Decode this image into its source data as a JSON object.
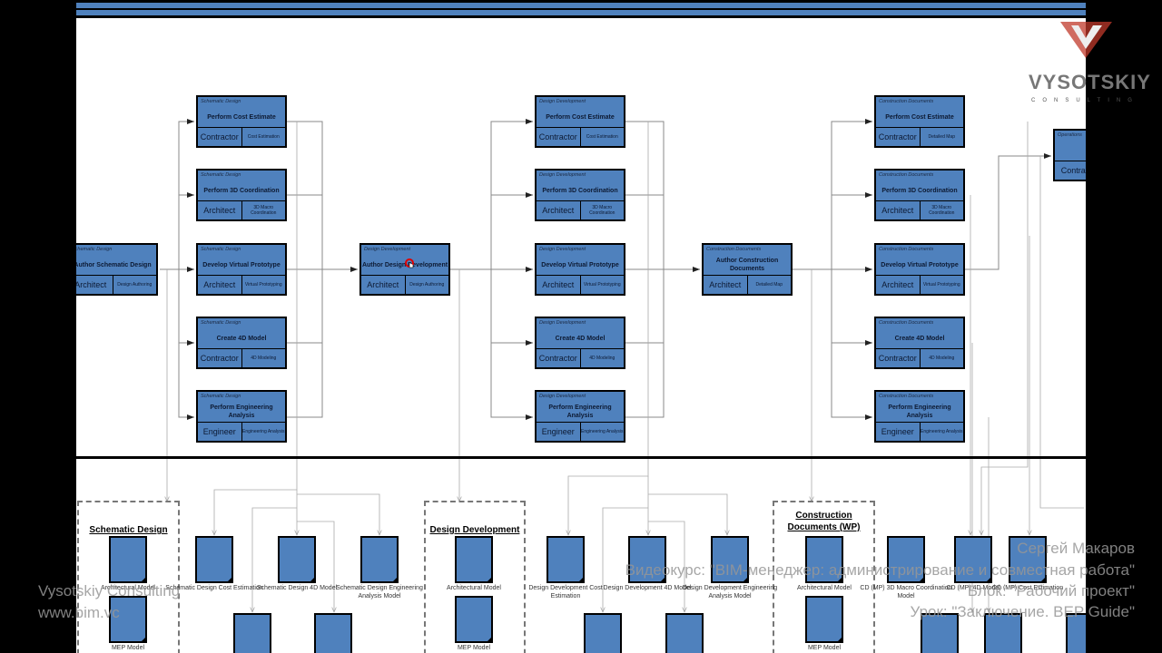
{
  "diagram": {
    "nodes": [
      {
        "id": "sd-author",
        "phase": "Schematic Design",
        "title": "Author Schematic Design",
        "role": "Architect",
        "use": "Design Authoring"
      },
      {
        "id": "sd-cost",
        "phase": "Schematic Design",
        "title": "Perform Cost Estimate",
        "role": "Contractor",
        "use": "Cost Estimation"
      },
      {
        "id": "sd-3d",
        "phase": "Schematic Design",
        "title": "Perform 3D Coordination",
        "role": "Architect",
        "use": "3D Macro Coordination"
      },
      {
        "id": "sd-vp",
        "phase": "Schematic Design",
        "title": "Develop Virtual Prototype",
        "role": "Architect",
        "use": "Virtual Prototyping"
      },
      {
        "id": "sd-4d",
        "phase": "Schematic Design",
        "title": "Create 4D Model",
        "role": "Contractor",
        "use": "4D Modeling"
      },
      {
        "id": "sd-eng",
        "phase": "Schematic Design",
        "title": "Perform Engineering Analysis",
        "role": "Engineer",
        "use": "Engineering Analysis"
      },
      {
        "id": "dd-author",
        "phase": "Design Development",
        "title": "Author Design Development",
        "role": "Architect",
        "use": "Design Authoring"
      },
      {
        "id": "dd-cost",
        "phase": "Design Development",
        "title": "Perform Cost Estimate",
        "role": "Contractor",
        "use": "Cost Estimation"
      },
      {
        "id": "dd-3d",
        "phase": "Design Development",
        "title": "Perform 3D Coordination",
        "role": "Architect",
        "use": "3D Macro Coordination"
      },
      {
        "id": "dd-vp",
        "phase": "Design Development",
        "title": "Develop Virtual Prototype",
        "role": "Architect",
        "use": "Virtual Prototyping"
      },
      {
        "id": "dd-4d",
        "phase": "Design Development",
        "title": "Create 4D Model",
        "role": "Contractor",
        "use": "4D Modeling"
      },
      {
        "id": "dd-eng",
        "phase": "Design Development",
        "title": "Perform Engineering Analysis",
        "role": "Engineer",
        "use": "Engineering Analysis"
      },
      {
        "id": "cd-author",
        "phase": "Construction Documents",
        "title": "Author Construction Documents",
        "role": "Architect",
        "use": "Detailed Map"
      },
      {
        "id": "cd-cost",
        "phase": "Construction Documents",
        "title": "Perform Cost Estimate",
        "role": "Contractor",
        "use": "Detailed Map"
      },
      {
        "id": "cd-3d",
        "phase": "Construction Documents",
        "title": "Perform 3D Coordination",
        "role": "Architect",
        "use": "3D Macro Coordination"
      },
      {
        "id": "cd-vp",
        "phase": "Construction Documents",
        "title": "Develop Virtual Prototype",
        "role": "Architect",
        "use": "Virtual Prototyping"
      },
      {
        "id": "cd-4d",
        "phase": "Construction Documents",
        "title": "Create 4D Model",
        "role": "Contractor",
        "use": "4D Modeling"
      },
      {
        "id": "cd-eng",
        "phase": "Construction Documents",
        "title": "Perform Engineering Analysis",
        "role": "Engineer",
        "use": "Engineering Analysis"
      },
      {
        "id": "op-compile",
        "phase": "Operations",
        "title": "Compil",
        "role": "Contract",
        "use": ""
      }
    ],
    "groups": [
      {
        "title": "Schematic Design"
      },
      {
        "title": "Design Development"
      },
      {
        "title": "Construction Documents (WP)"
      }
    ],
    "documents": [
      {
        "label": "Architectural Model"
      },
      {
        "label": "MEP Model"
      },
      {
        "label": "Schematic Design Cost Estimation"
      },
      {
        "label": "Schematic Design 4D Model"
      },
      {
        "label": "Schematic Design Engineering Analysis Model"
      },
      {
        "label": ""
      },
      {
        "label": ""
      },
      {
        "label": "Architectural Model"
      },
      {
        "label": "MEP Model"
      },
      {
        "label": "Design Development Cost Estimation"
      },
      {
        "label": "Design Development 4D Model"
      },
      {
        "label": "Design Development Engineering Analysis Model"
      },
      {
        "label": ""
      },
      {
        "label": ""
      },
      {
        "label": "Architectural Model"
      },
      {
        "label": "MEP Model"
      },
      {
        "label": "CD (MP) 3D Macro Coordination Model"
      },
      {
        "label": "CD (MP) 4D Model"
      },
      {
        "label": "CD (MP) Cost Estimation"
      },
      {
        "label": ""
      },
      {
        "label": ""
      },
      {
        "label": ""
      }
    ]
  },
  "logo": {
    "name": "VYSOTSKIY",
    "sub": "CONSULTING",
    "accent": "#c0392b"
  },
  "watermark": {
    "company": "Vysotskiy Consulting",
    "site": "www.bim.vc",
    "author": "Сергей Макаров",
    "course": "Видеокурс: \"BIM-менеджер: администрирование и совместная работа\"",
    "block": "Блок: \"Рабочий проект\"",
    "lesson": "Урок: \"Заключение. BEP Guide\""
  },
  "colors": {
    "node_fill": "#4f81bd",
    "border": "#000000"
  }
}
